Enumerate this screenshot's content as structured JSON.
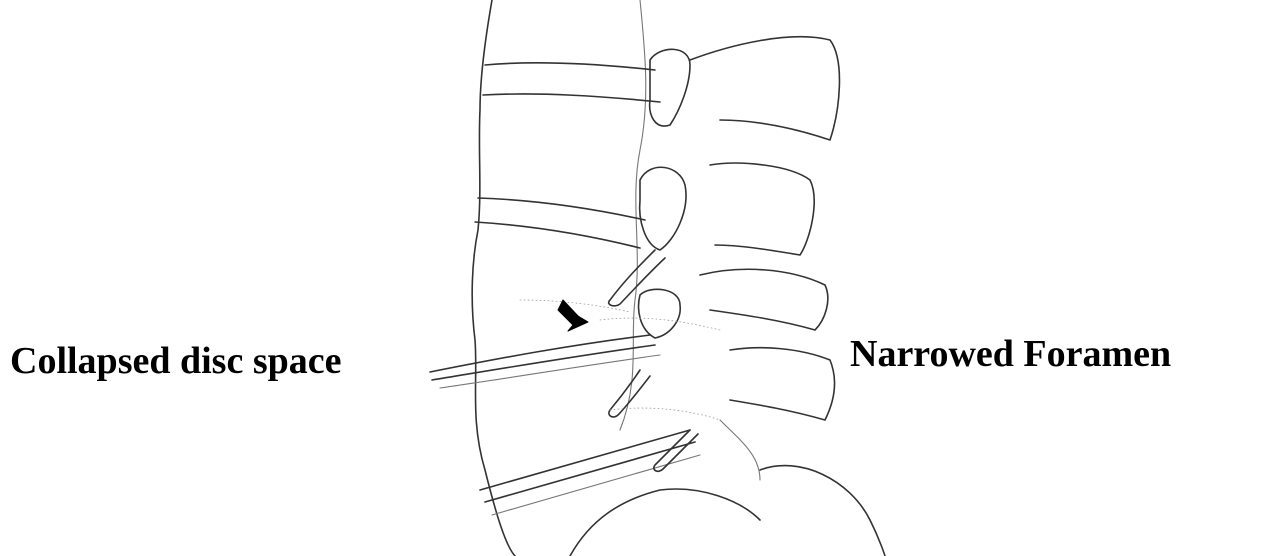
{
  "labels": {
    "left": "Collapsed disc space",
    "right": "Narrowed Foramen"
  },
  "icons": {
    "arrow": "arrow-right-icon",
    "spine": "lumbar-spine-illustration"
  },
  "colors": {
    "text": "#000000",
    "linework": "#333333",
    "background": "#ffffff"
  }
}
